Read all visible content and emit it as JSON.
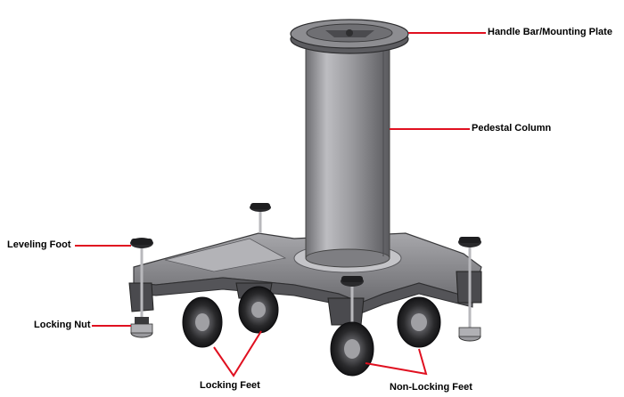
{
  "labels": {
    "handle": "Handle Bar/Mounting Plate",
    "column": "Pedestal Column",
    "leveling_foot": "Leveling Foot",
    "locking_nut": "Locking Nut",
    "locking_feet": "Locking Feet",
    "non_locking_feet": "Non-Locking Feet"
  },
  "colors": {
    "leader": "#e01020",
    "metal": "#8a8a8e",
    "metal_dark": "#3c3c40",
    "rubber": "#1e1e20"
  }
}
